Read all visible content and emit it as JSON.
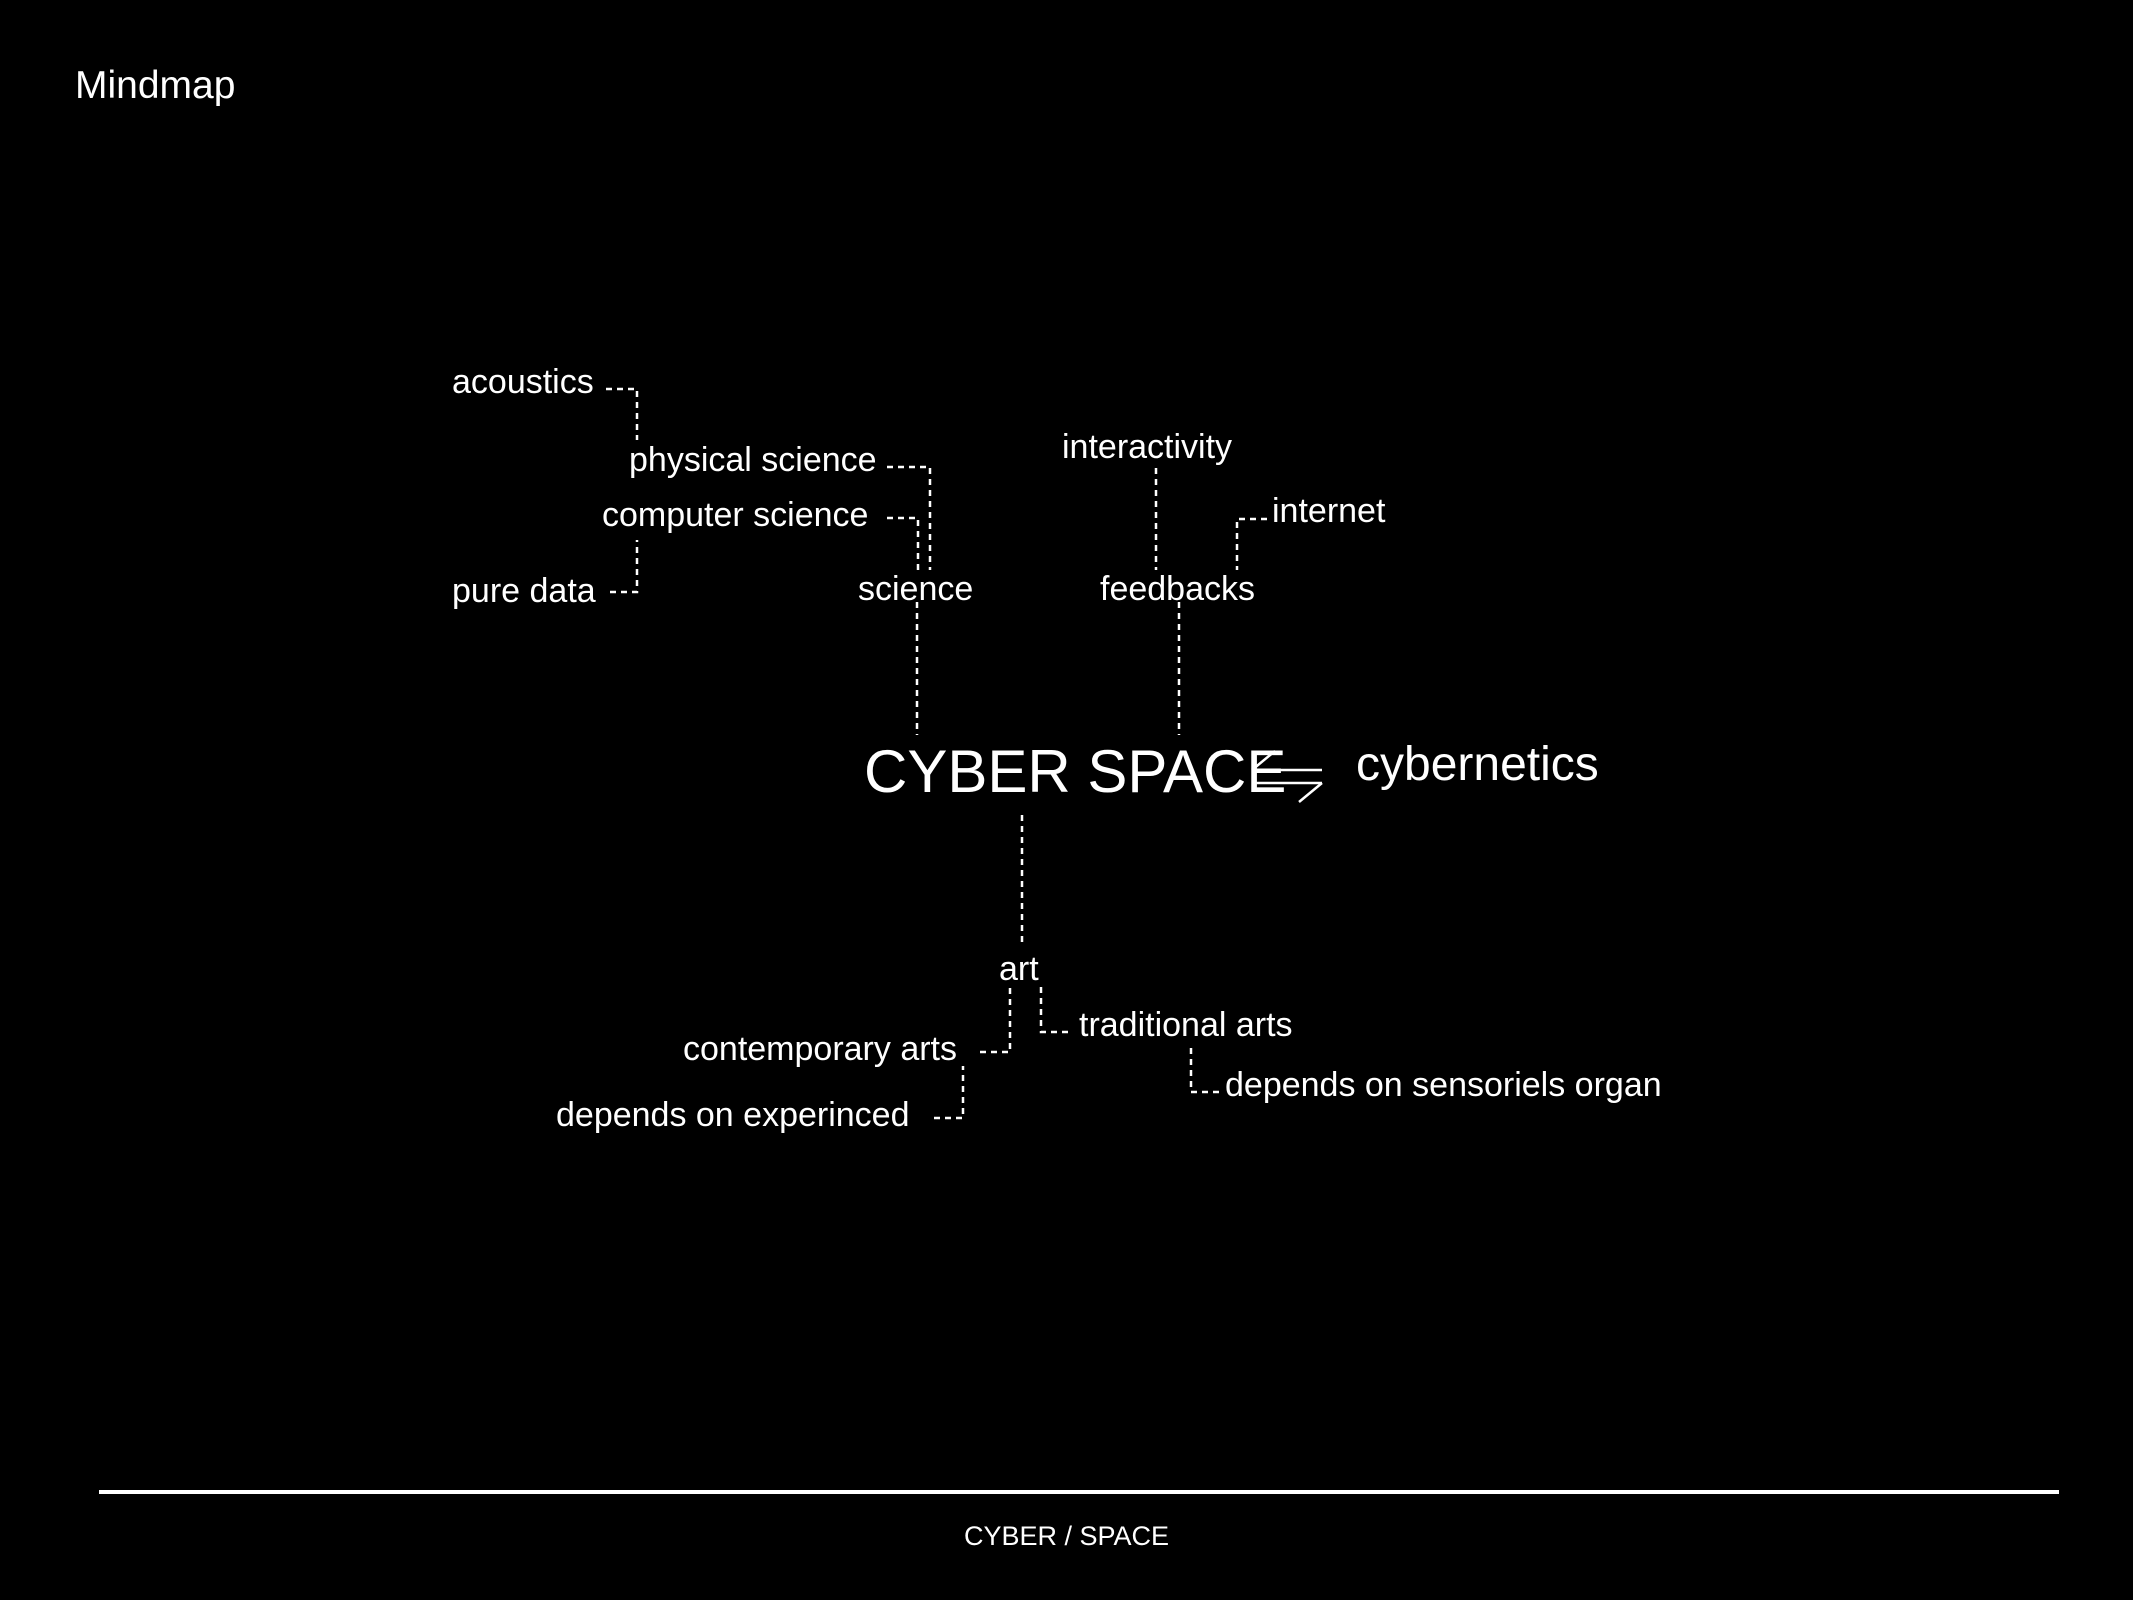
{
  "page": {
    "title": "Mindmap",
    "footer": "CYBER / SPACE"
  },
  "colors": {
    "background": "#000000",
    "foreground": "#ffffff"
  },
  "mindmap": {
    "center": "CYBER SPACE",
    "linked": "cybernetics",
    "link_icon": "bidirectional-arrows-icon",
    "science": {
      "label": "science",
      "physical_science": "physical science",
      "acoustics": "acoustics",
      "computer_science": "computer science",
      "pure_data": "pure data"
    },
    "feedbacks": {
      "label": "feedbacks",
      "interactivity": "interactivity",
      "internet": "internet"
    },
    "art": {
      "label": "art",
      "contemporary_arts": "contemporary arts",
      "depends_on_experinced": "depends on experinced",
      "traditional_arts": "traditional arts",
      "depends_on_sensoriels_organ": "depends on sensoriels organ"
    }
  }
}
